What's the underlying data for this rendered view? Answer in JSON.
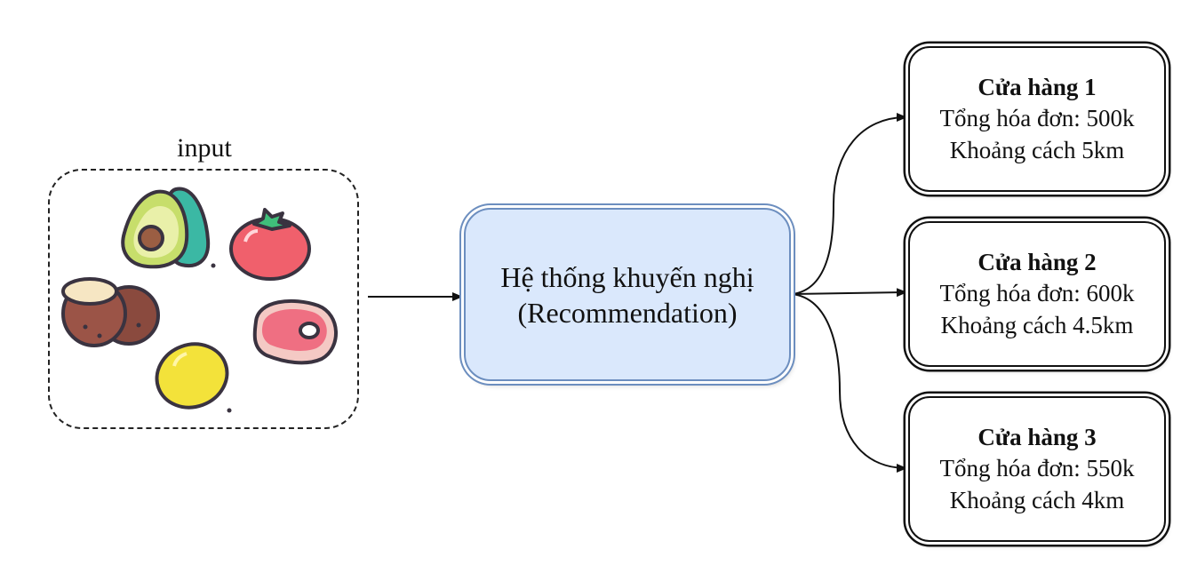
{
  "input": {
    "label": "input"
  },
  "foods": [
    "avocado",
    "tomato",
    "coconut",
    "steak",
    "lemon"
  ],
  "recommender": {
    "line1": "Hệ thống khuyến nghị",
    "line2": "(Recommendation)"
  },
  "stores": [
    {
      "name": "Cửa hàng 1",
      "total": "Tổng hóa đơn: 500k",
      "distance": "Khoảng cách 5km"
    },
    {
      "name": "Cửa hàng 2",
      "total": "Tổng hóa đơn: 600k",
      "distance": "Khoảng cách 4.5km"
    },
    {
      "name": "Cửa hàng 3",
      "total": "Tổng hóa đơn: 550k",
      "distance": "Khoảng cách 4km"
    }
  ],
  "colors": {
    "recommender_fill": "#dae8fc",
    "recommender_border": "#6c8ebf",
    "edge": "#111111"
  }
}
